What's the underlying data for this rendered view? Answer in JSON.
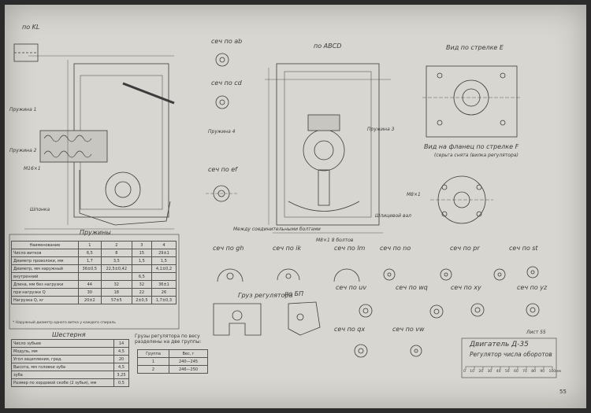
{
  "sections": {
    "kl": "по KL",
    "ab": "сеч по ab",
    "cd": "сеч по cd",
    "ef": "сеч по ef",
    "abcd": "по ABCD",
    "viewE": "Вид по стрелке Е",
    "viewF": "Вид на фланец по стрелке F",
    "viewF_sub": "(серьга снята (вилка регулятора)",
    "gh": "сеч по gh",
    "ik": "сеч по ik",
    "lm": "сеч по lm",
    "no": "сеч по no",
    "pr": "сеч по pr",
    "st": "сеч по st",
    "uv": "сеч по uv",
    "wq": "сеч по wq",
    "xy": "сеч по xy",
    "yz": "сеч по yz",
    "bp": "по БП",
    "qx": "сеч по qx",
    "vw": "сеч по vw"
  },
  "labels": {
    "springs_title": "Пружины",
    "weights_title": "Груз регулятора",
    "gears_title": "Шестерня",
    "spring1": "Пружина 1",
    "spring2": "Пружина 2",
    "spring3": "Пружина 3",
    "spring4": "Пружина 4",
    "drive_note": "Между соединительными болтами",
    "bolt_note": "М8×1 8 болтов",
    "shaft_note": "Шлицевой вал",
    "key": "Шпонка",
    "m8": "М8×1",
    "m16": "М16×1"
  },
  "springs_table": {
    "headers": [
      "Наименование",
      "1",
      "2",
      "3",
      "4"
    ],
    "rows": [
      [
        "Число витков",
        "6,5",
        "8",
        "15",
        "29±1"
      ],
      [
        "Диаметр проволоки, мм",
        "1,7",
        "3,5",
        "1,5",
        "1,5"
      ],
      [
        "Диаметр, мм наружный",
        "36±0,5",
        "22,5±0,42",
        "",
        "4,1±0,2"
      ],
      [
        "внутренний",
        "",
        "",
        "6,5",
        ""
      ],
      [
        "Длина, мм без нагрузки",
        "44",
        "32",
        "32",
        "36±1"
      ],
      [
        "при нагрузке Q",
        "30",
        "18",
        "22",
        "26"
      ],
      [
        "Нагрузка Q, кг",
        "20±2",
        "57±5",
        "2±0,5",
        "1,7±0,3"
      ]
    ],
    "note": "* Наружный диаметр одного витка у каждого спираль"
  },
  "gears_table": {
    "rows": [
      [
        "Число зубьев",
        "14"
      ],
      [
        "Модуль, мм",
        "4,5"
      ],
      [
        "Угол зацепления, град.",
        "20"
      ],
      [
        "Высота, мм головки зуба",
        "4,5"
      ],
      [
        "зуба",
        "3,25"
      ],
      [
        "Размер по хордовой скобе (2 зубья), мм",
        "0,5"
      ]
    ]
  },
  "weights_table": {
    "caption": "Грузы регулятора по весу разделены на две группы:",
    "headers": [
      "Группа",
      "Вес, г"
    ],
    "rows": [
      [
        "1",
        "240—245"
      ],
      [
        "2",
        "246—250"
      ]
    ]
  },
  "title_block": {
    "title": "Двигатель Д-35",
    "subtitle": "Регулятор числа оборотов",
    "sheet": "Лист 55",
    "scale_ticks": [
      "0",
      "10",
      "20",
      "30",
      "40",
      "50",
      "60",
      "70",
      "80",
      "90",
      "100мм"
    ]
  },
  "page_number": "55"
}
